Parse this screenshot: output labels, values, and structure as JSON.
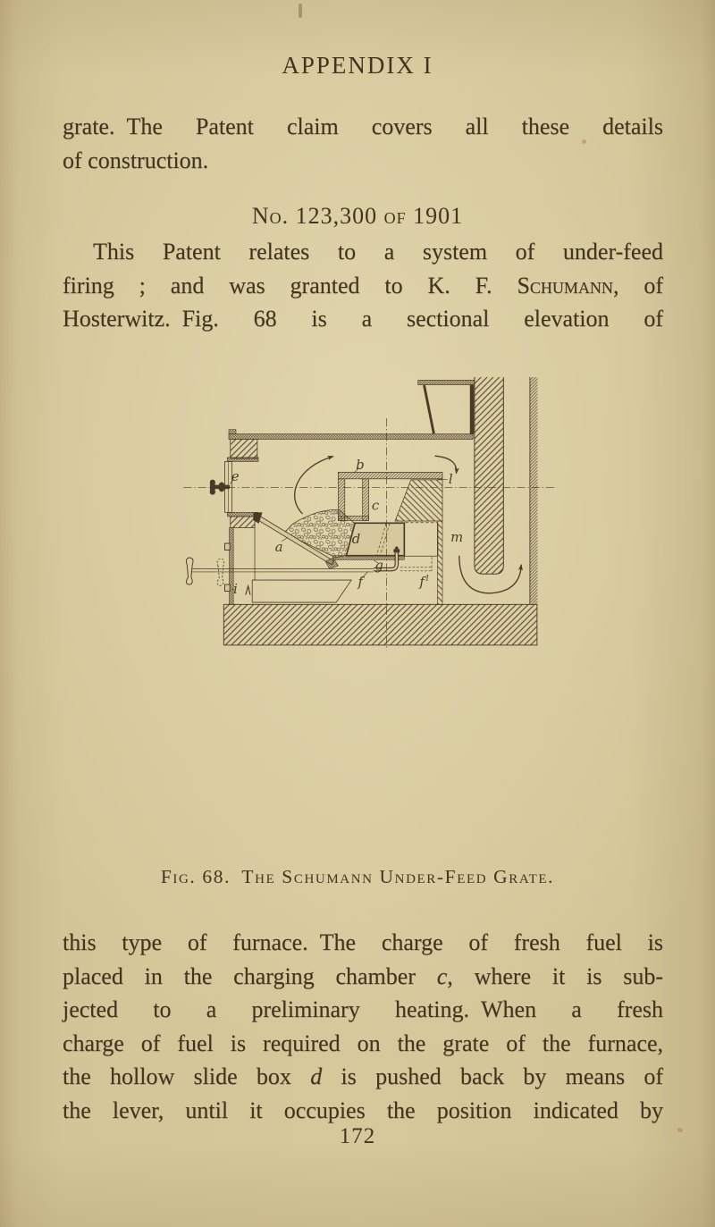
{
  "colors": {
    "paper": "#d3c597",
    "ink": "#42341f",
    "figure_ink": "#4a3a27"
  },
  "page": {
    "header": "APPENDIX I",
    "paragraph_1": {
      "lines": [
        [
          {
            "t": "grate. The Patent claim covers all these details"
          }
        ],
        [
          {
            "t": "of construction."
          }
        ]
      ]
    },
    "patent_heading": "No. 123,300 of 1901",
    "paragraph_2": {
      "lines": [
        [
          {
            "t": "This Patent relates to a system of under-feed"
          }
        ],
        [
          {
            "t": "firing ; and was granted to K. F. "
          },
          {
            "t": "Schumann",
            "s": "sc"
          },
          {
            "t": ", of"
          }
        ],
        [
          {
            "t": "Hosterwitz. Fig. 68 is a sectional elevation of"
          }
        ]
      ]
    },
    "figure": {
      "caption": "Fig. 68. The Schumann Under-Feed Grate.",
      "labels": {
        "a": "a",
        "b": "b",
        "c": "c",
        "d": "d",
        "e": "e",
        "f": "f",
        "f1_base": "f",
        "f1_sup": "1",
        "g": "g",
        "i": "i",
        "l": "l",
        "m": "m"
      }
    },
    "paragraph_3": {
      "lines": [
        [
          {
            "t": "this type of furnace. The charge of fresh fuel is"
          }
        ],
        [
          {
            "t": "placed in the charging chamber "
          },
          {
            "t": "c",
            "s": "it"
          },
          {
            "t": ", where it is sub-"
          }
        ],
        [
          {
            "t": "jected to a preliminary heating. When a fresh"
          }
        ],
        [
          {
            "t": "charge of fuel is required on the grate of the furnace,"
          }
        ],
        [
          {
            "t": "the hollow slide box "
          },
          {
            "t": "d",
            "s": "it"
          },
          {
            "t": " is pushed back by means of"
          }
        ],
        [
          {
            "t": "the lever, until it occupies the position indicated by"
          }
        ]
      ]
    },
    "page_number": "172"
  }
}
